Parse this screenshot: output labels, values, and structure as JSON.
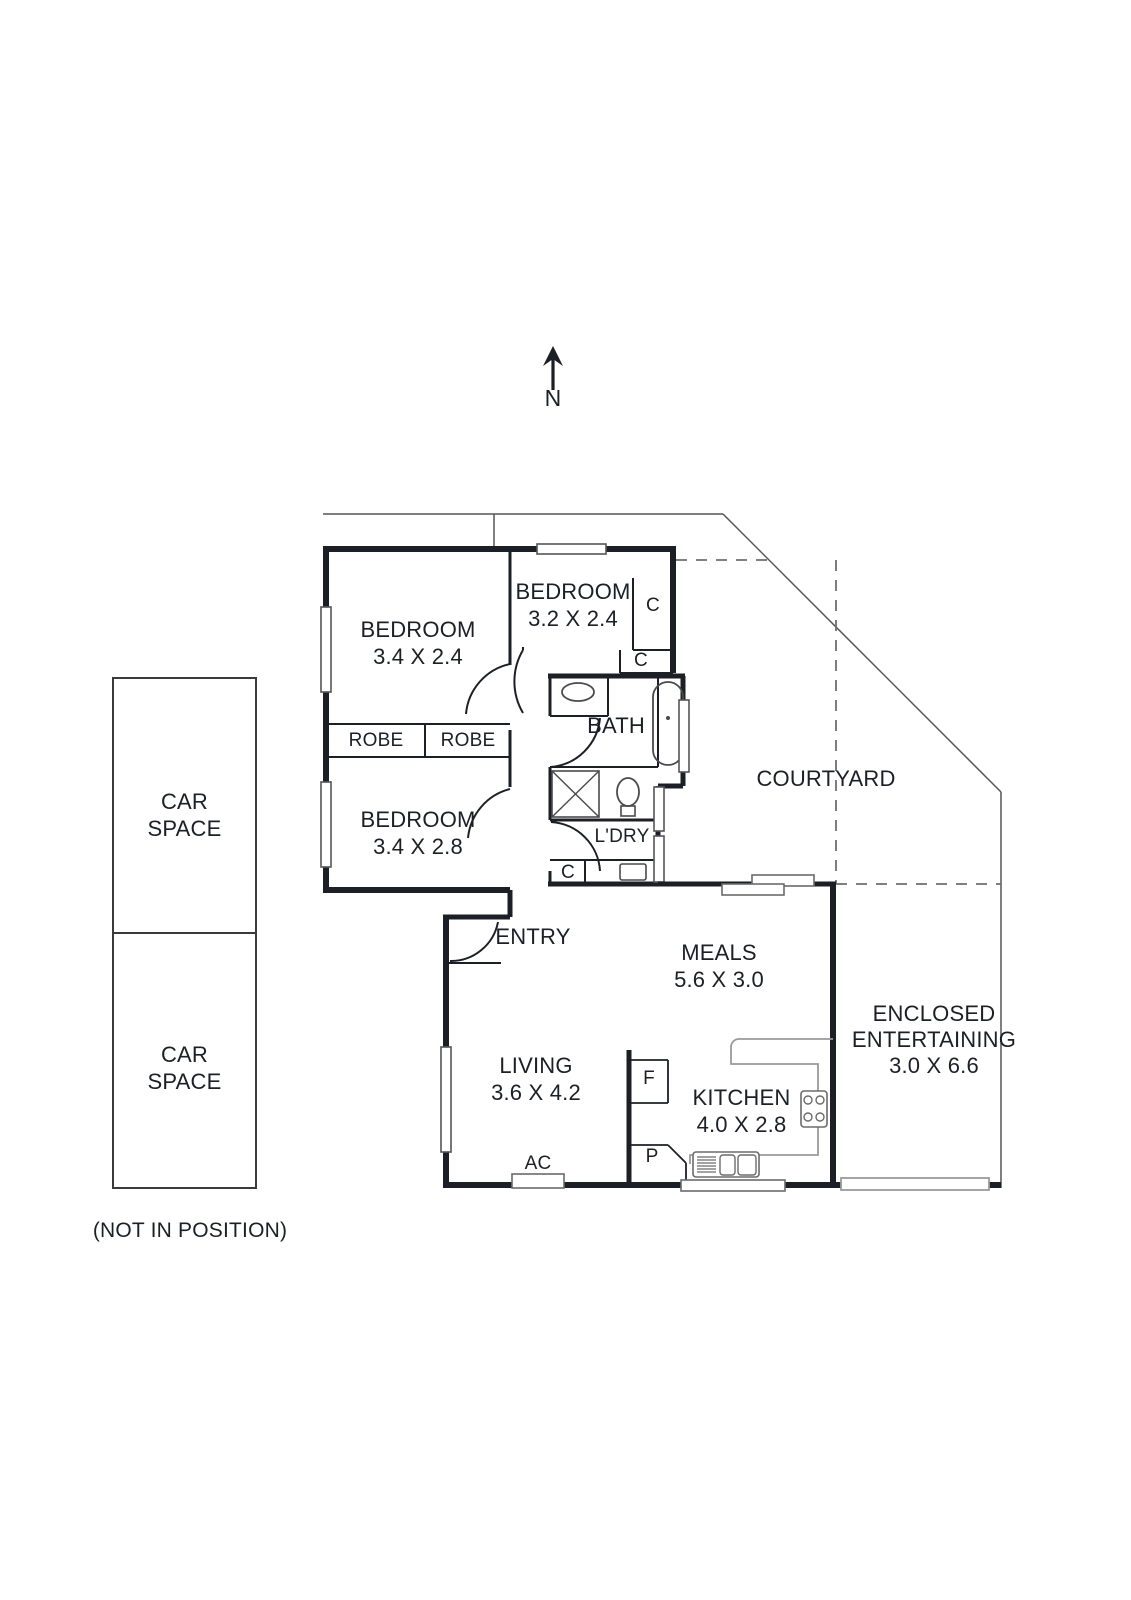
{
  "plan": {
    "title_orientation": "N",
    "footnote": "(NOT IN POSITION)",
    "colors": {
      "wall": "#1c1f26",
      "thin_line": "#4a4a4a",
      "fixture": "#6b6b6b",
      "text": "#1c1f26",
      "background": "#ffffff"
    },
    "rooms": [
      {
        "name": "BEDROOM",
        "dim": "3.4 X 2.4"
      },
      {
        "name": "BEDROOM",
        "dim": "3.2 X 2.4"
      },
      {
        "name": "BEDROOM",
        "dim": "3.4 X 2.8"
      },
      {
        "name": "BATH",
        "dim": ""
      },
      {
        "name": "L'DRY",
        "dim": ""
      },
      {
        "name": "ENTRY",
        "dim": ""
      },
      {
        "name": "LIVING",
        "dim": "3.6 X 4.2"
      },
      {
        "name": "MEALS",
        "dim": "5.6 X 3.0"
      },
      {
        "name": "KITCHEN",
        "dim": "4.0 X 2.8"
      },
      {
        "name": "COURTYARD",
        "dim": ""
      },
      {
        "name": "ENCLOSED\nENTERTAINING",
        "dim": "3.0 X 6.6"
      },
      {
        "name": "CAR\nSPACE",
        "dim": ""
      },
      {
        "name": "CAR\nSPACE",
        "dim": ""
      }
    ],
    "labels": {
      "bedroom1_name": "BEDROOM",
      "bedroom1_dim": "3.4 X 2.4",
      "bedroom2_name": "BEDROOM",
      "bedroom2_dim": "3.2 X 2.4",
      "bedroom3_name": "BEDROOM",
      "bedroom3_dim": "3.4 X 2.8",
      "bath": "BATH",
      "laundry": "L'DRY",
      "entry": "ENTRY",
      "living_name": "LIVING",
      "living_dim": "3.6 X 4.2",
      "meals_name": "MEALS",
      "meals_dim": "5.6 X 3.0",
      "kitchen_name": "KITCHEN",
      "kitchen_dim": "4.0 X 2.8",
      "courtyard": "COURTYARD",
      "entertaining_line1": "ENCLOSED",
      "entertaining_line2": "ENTERTAINING",
      "entertaining_dim": "3.0 X 6.6",
      "car_space_1_line1": "CAR",
      "car_space_1_line2": "SPACE",
      "car_space_2_line1": "CAR",
      "car_space_2_line2": "SPACE",
      "robe_left": "ROBE",
      "robe_right": "ROBE",
      "closet_bed2_right": "C",
      "closet_bed2_lower": "C",
      "closet_laundry": "C",
      "fridge": "F",
      "pantry": "P",
      "air_conditioner": "AC",
      "north": "N"
    }
  }
}
